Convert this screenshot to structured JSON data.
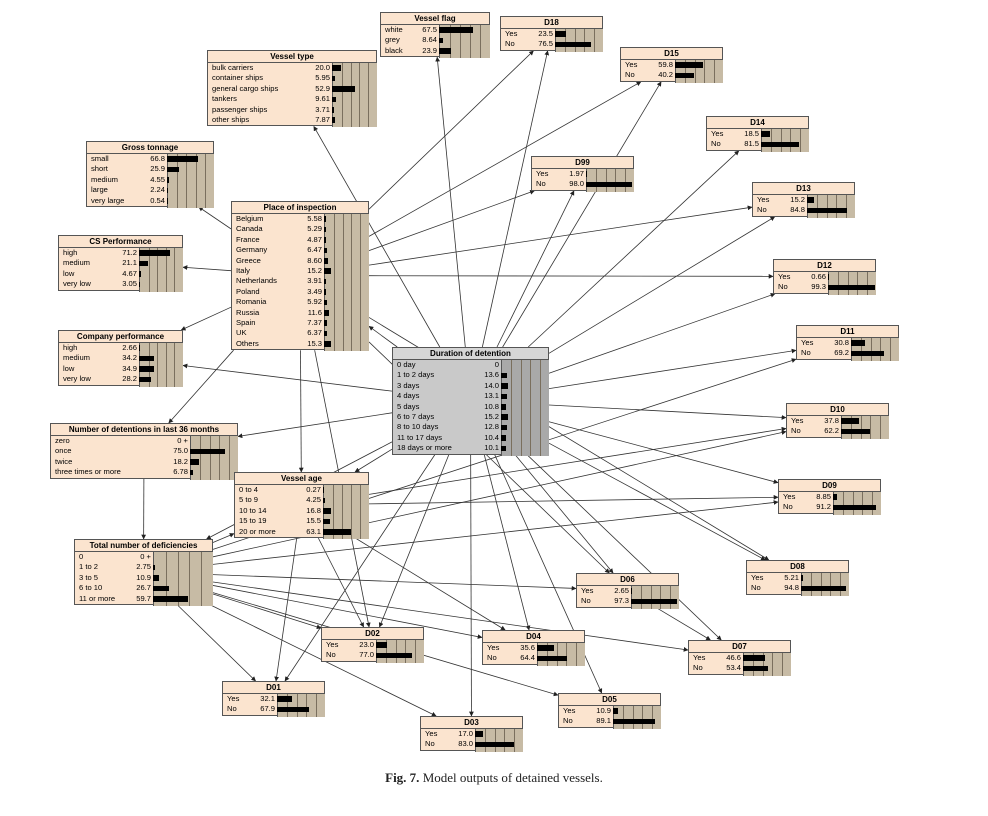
{
  "caption": {
    "label": "Fig. 7.",
    "text": "Model outputs of detained vessels."
  },
  "nodes": [
    {
      "id": "vessel-flag",
      "title": "Vessel flag",
      "states": [
        [
          "white",
          "67.5"
        ],
        [
          "grey",
          "8.64"
        ],
        [
          "black",
          "23.9"
        ]
      ]
    },
    {
      "id": "d18",
      "title": "D18",
      "states": [
        [
          "Yes",
          "23.5"
        ],
        [
          "No",
          "76.5"
        ]
      ]
    },
    {
      "id": "vessel-type",
      "title": "Vessel type",
      "states": [
        [
          "bulk carriers",
          "20.0"
        ],
        [
          "container ships",
          "5.95"
        ],
        [
          "general cargo ships",
          "52.9"
        ],
        [
          "tankers",
          "9.61"
        ],
        [
          "passenger ships",
          "3.71"
        ],
        [
          "other ships",
          "7.87"
        ]
      ]
    },
    {
      "id": "d15",
      "title": "D15",
      "states": [
        [
          "Yes",
          "59.8"
        ],
        [
          "No",
          "40.2"
        ]
      ]
    },
    {
      "id": "d14",
      "title": "D14",
      "states": [
        [
          "Yes",
          "18.5"
        ],
        [
          "No",
          "81.5"
        ]
      ]
    },
    {
      "id": "gross-tonnage",
      "title": "Gross tonnage",
      "states": [
        [
          "small",
          "66.8"
        ],
        [
          "short",
          "25.9"
        ],
        [
          "medium",
          "4.55"
        ],
        [
          "large",
          "2.24"
        ],
        [
          "very large",
          "0.54"
        ]
      ]
    },
    {
      "id": "d99",
      "title": "D99",
      "states": [
        [
          "Yes",
          "1.97"
        ],
        [
          "No",
          "98.0"
        ]
      ]
    },
    {
      "id": "d13",
      "title": "D13",
      "states": [
        [
          "Yes",
          "15.2"
        ],
        [
          "No",
          "84.8"
        ]
      ]
    },
    {
      "id": "place-of-inspection",
      "title": "Place of inspection",
      "states": [
        [
          "Belgium",
          "5.58"
        ],
        [
          "Canada",
          "5.29"
        ],
        [
          "France",
          "4.87"
        ],
        [
          "Germany",
          "6.47"
        ],
        [
          "Greece",
          "8.60"
        ],
        [
          "Italy",
          "15.2"
        ],
        [
          "Netherlands",
          "3.91"
        ],
        [
          "Poland",
          "3.49"
        ],
        [
          "Romania",
          "5.92"
        ],
        [
          "Russia",
          "11.6"
        ],
        [
          "Spain",
          "7.37"
        ],
        [
          "UK",
          "6.37"
        ],
        [
          "Others",
          "15.3"
        ]
      ]
    },
    {
      "id": "cs-performance",
      "title": "CS Performance",
      "states": [
        [
          "high",
          "71.2"
        ],
        [
          "medium",
          "21.1"
        ],
        [
          "low",
          "4.67"
        ],
        [
          "very low",
          "3.05"
        ]
      ]
    },
    {
      "id": "d12",
      "title": "D12",
      "states": [
        [
          "Yes",
          "0.66"
        ],
        [
          "No",
          "99.3"
        ]
      ]
    },
    {
      "id": "d11",
      "title": "D11",
      "states": [
        [
          "Yes",
          "30.8"
        ],
        [
          "No",
          "69.2"
        ]
      ]
    },
    {
      "id": "company-performance",
      "title": "Company performance",
      "states": [
        [
          "high",
          "2.66"
        ],
        [
          "medium",
          "34.2"
        ],
        [
          "low",
          "34.9"
        ],
        [
          "very low",
          "28.2"
        ]
      ]
    },
    {
      "id": "duration-of-detention",
      "title": "Duration of detention",
      "states": [
        [
          "0 day",
          "0"
        ],
        [
          "1 to 2 days",
          "13.6"
        ],
        [
          "3 days",
          "14.0"
        ],
        [
          "4 days",
          "13.1"
        ],
        [
          "5 days",
          "10.8"
        ],
        [
          "6 to 7 days",
          "15.2"
        ],
        [
          "8 to 10 days",
          "12.8"
        ],
        [
          "11 to 17 days",
          "10.4"
        ],
        [
          "18 days or more",
          "10.1"
        ]
      ]
    },
    {
      "id": "d10",
      "title": "D10",
      "states": [
        [
          "Yes",
          "37.8"
        ],
        [
          "No",
          "62.2"
        ]
      ]
    },
    {
      "id": "num-detentions",
      "title": "Number of detentions in last 36 months",
      "states": [
        [
          "zero",
          "0 +"
        ],
        [
          "once",
          "75.0"
        ],
        [
          "twice",
          "18.2"
        ],
        [
          "three times or more",
          "6.78"
        ]
      ]
    },
    {
      "id": "vessel-age",
      "title": "Vessel age",
      "states": [
        [
          "0 to 4",
          "0.27"
        ],
        [
          "5 to 9",
          "4.25"
        ],
        [
          "10 to 14",
          "16.8"
        ],
        [
          "15 to 19",
          "15.5"
        ],
        [
          "20 or more",
          "63.1"
        ]
      ]
    },
    {
      "id": "d09",
      "title": "D09",
      "states": [
        [
          "Yes",
          "8.85"
        ],
        [
          "No",
          "91.2"
        ]
      ]
    },
    {
      "id": "total-deficiencies",
      "title": "Total number of deficiencies",
      "states": [
        [
          "0",
          "0 +"
        ],
        [
          "1 to 2",
          "2.75"
        ],
        [
          "3 to 5",
          "10.9"
        ],
        [
          "6 to 10",
          "26.7"
        ],
        [
          "11 or more",
          "59.7"
        ]
      ]
    },
    {
      "id": "d08",
      "title": "D08",
      "states": [
        [
          "Yes",
          "5.21"
        ],
        [
          "No",
          "94.8"
        ]
      ]
    },
    {
      "id": "d06",
      "title": "D06",
      "states": [
        [
          "Yes",
          "2.65"
        ],
        [
          "No",
          "97.3"
        ]
      ]
    },
    {
      "id": "d02",
      "title": "D02",
      "states": [
        [
          "Yes",
          "23.0"
        ],
        [
          "No",
          "77.0"
        ]
      ]
    },
    {
      "id": "d04",
      "title": "D04",
      "states": [
        [
          "Yes",
          "35.6"
        ],
        [
          "No",
          "64.4"
        ]
      ]
    },
    {
      "id": "d07",
      "title": "D07",
      "states": [
        [
          "Yes",
          "46.6"
        ],
        [
          "No",
          "53.4"
        ]
      ]
    },
    {
      "id": "d01",
      "title": "D01",
      "states": [
        [
          "Yes",
          "32.1"
        ],
        [
          "No",
          "67.9"
        ]
      ]
    },
    {
      "id": "d05",
      "title": "D05",
      "states": [
        [
          "Yes",
          "10.9"
        ],
        [
          "No",
          "89.1"
        ]
      ]
    },
    {
      "id": "d03",
      "title": "D03",
      "states": [
        [
          "Yes",
          "17.0"
        ],
        [
          "No",
          "83.0"
        ]
      ]
    }
  ],
  "edges": [
    [
      "duration-of-detention",
      "vessel-flag"
    ],
    [
      "duration-of-detention",
      "d18"
    ],
    [
      "duration-of-detention",
      "vessel-type"
    ],
    [
      "duration-of-detention",
      "d15"
    ],
    [
      "duration-of-detention",
      "d14"
    ],
    [
      "duration-of-detention",
      "d99"
    ],
    [
      "duration-of-detention",
      "d13"
    ],
    [
      "duration-of-detention",
      "d12"
    ],
    [
      "duration-of-detention",
      "d11"
    ],
    [
      "duration-of-detention",
      "d10"
    ],
    [
      "duration-of-detention",
      "d09"
    ],
    [
      "duration-of-detention",
      "d08"
    ],
    [
      "duration-of-detention",
      "d07"
    ],
    [
      "duration-of-detention",
      "d06"
    ],
    [
      "duration-of-detention",
      "d05"
    ],
    [
      "duration-of-detention",
      "d04"
    ],
    [
      "duration-of-detention",
      "d03"
    ],
    [
      "duration-of-detention",
      "d02"
    ],
    [
      "duration-of-detention",
      "d01"
    ],
    [
      "duration-of-detention",
      "company-performance"
    ],
    [
      "duration-of-detention",
      "num-detentions"
    ],
    [
      "duration-of-detention",
      "vessel-age"
    ],
    [
      "duration-of-detention",
      "total-deficiencies"
    ],
    [
      "duration-of-detention",
      "place-of-inspection"
    ],
    [
      "place-of-inspection",
      "gross-tonnage"
    ],
    [
      "place-of-inspection",
      "cs-performance"
    ],
    [
      "place-of-inspection",
      "d12"
    ],
    [
      "place-of-inspection",
      "d15"
    ],
    [
      "place-of-inspection",
      "d99"
    ],
    [
      "place-of-inspection",
      "d18"
    ],
    [
      "place-of-inspection",
      "d13"
    ],
    [
      "place-of-inspection",
      "company-performance"
    ],
    [
      "place-of-inspection",
      "num-detentions"
    ],
    [
      "place-of-inspection",
      "vessel-age"
    ],
    [
      "place-of-inspection",
      "d02"
    ],
    [
      "place-of-inspection",
      "d06"
    ],
    [
      "place-of-inspection",
      "d08"
    ],
    [
      "num-detentions",
      "total-deficiencies"
    ],
    [
      "total-deficiencies",
      "d01"
    ],
    [
      "total-deficiencies",
      "d02"
    ],
    [
      "total-deficiencies",
      "d03"
    ],
    [
      "total-deficiencies",
      "d04"
    ],
    [
      "total-deficiencies",
      "d05"
    ],
    [
      "total-deficiencies",
      "d06"
    ],
    [
      "total-deficiencies",
      "d07"
    ],
    [
      "total-deficiencies",
      "d09"
    ],
    [
      "total-deficiencies",
      "d10"
    ],
    [
      "total-deficiencies",
      "d11"
    ],
    [
      "total-deficiencies",
      "vessel-age"
    ],
    [
      "vessel-age",
      "d01"
    ],
    [
      "vessel-age",
      "d04"
    ],
    [
      "vessel-age",
      "d02"
    ],
    [
      "vessel-age",
      "d09"
    ],
    [
      "vessel-age",
      "d10"
    ],
    [
      "d06",
      "d07"
    ]
  ]
}
